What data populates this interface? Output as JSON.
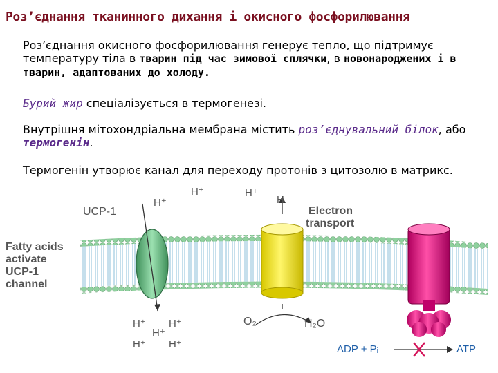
{
  "title": "Роз’єднання тканинного дихання і окисного фосфорилювання",
  "paragraph1": {
    "part1": "Роз’єднання окисного фосфорилювання генерує тепло, що підтримує температуру тіла в ",
    "bold": "тварин під час зимової сплячки",
    "part2": ", в ",
    "bold2": "новонароджених і в тварин, адаптованих до холоду."
  },
  "paragraph2": {
    "highlight": "Бурий жир",
    "rest": " спеціалізується в термогенезі."
  },
  "paragraph3": {
    "part1": "Внутрішня мітохондріальна мембрана містить ",
    "highlight1": "роз’єднувальний білок",
    "part2": ", або ",
    "highlight2": "термогенін",
    "part3": "."
  },
  "paragraph4": "Термогенін утворює канал для переходу протонів з цитозолю в матрикс.",
  "diagram": {
    "ucp_label": "UCP-1",
    "side_label": [
      "Fatty acids",
      "activate",
      "UCP-1",
      "channel"
    ],
    "top_h1": "H⁺",
    "top_h2": "H⁺",
    "top_h3": "H⁺",
    "top_h4": "H⁻",
    "electron_label": [
      "Electron",
      "transport"
    ],
    "bottom_h_left": [
      "H⁺",
      "H⁺",
      "H⁺",
      "H⁺",
      "H⁺"
    ],
    "o2": "O₂",
    "h2o": "H₂O",
    "adp": "ADP + Pᵢ",
    "atp": "ATP",
    "colors": {
      "membrane_head": "#8fd19e",
      "membrane_tail": "#7fb7d6",
      "ucp": "#5fb07a",
      "etc": "#f5e400",
      "atp_synthase": "#e6007e",
      "cross": "#d4145a"
    }
  }
}
